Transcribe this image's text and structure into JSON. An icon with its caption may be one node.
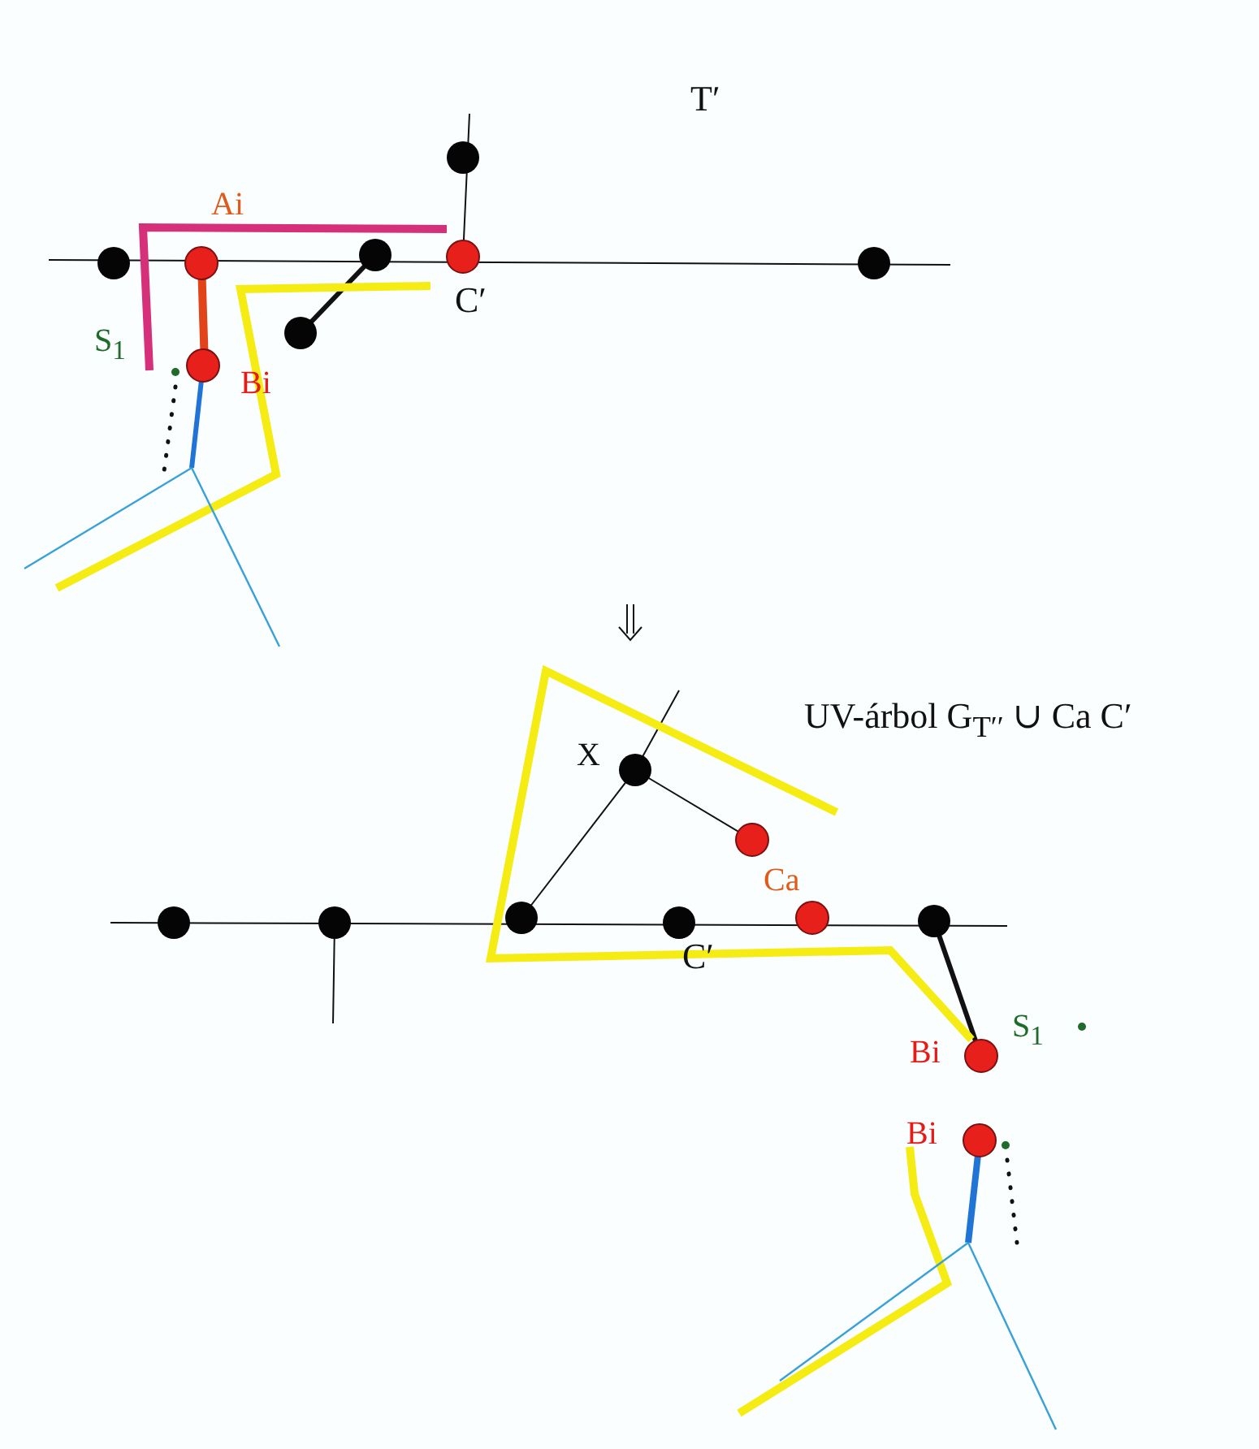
{
  "diagram": {
    "labels": [
      "T′",
      "Ai",
      "C′",
      "S$_{1}$",
      "Bi",
      "X",
      "UV-árbol G$_{T′′}$ ∪ Ca C′",
      "Ca",
      "C′",
      "Bi",
      "S$_{1}$",
      "Bi"
    ]
  }
}
